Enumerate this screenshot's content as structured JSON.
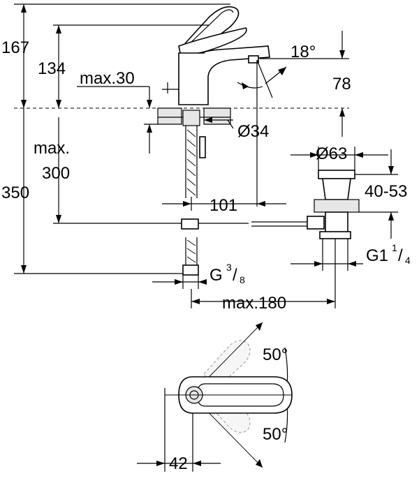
{
  "dimensions": {
    "total_height": "167",
    "spout_height": "134",
    "max_deck": "max.30",
    "angle_top": "18°",
    "spout_reach_78": "78",
    "hole_dia": "Ø34",
    "max_label": "max.",
    "max_value": "300",
    "below_deck": "350",
    "drain_dia": "Ø63",
    "drain_range": "40-53",
    "tail_101": "101",
    "g_thread_main": "G",
    "g_thread_sup": "3",
    "g_thread_sub": "8",
    "g1_main": "G1",
    "g1_sup": "1",
    "g1_sub": "4",
    "max_180": "max.180",
    "angle_upper": "50°",
    "angle_lower": "50°",
    "width_42": "42"
  }
}
